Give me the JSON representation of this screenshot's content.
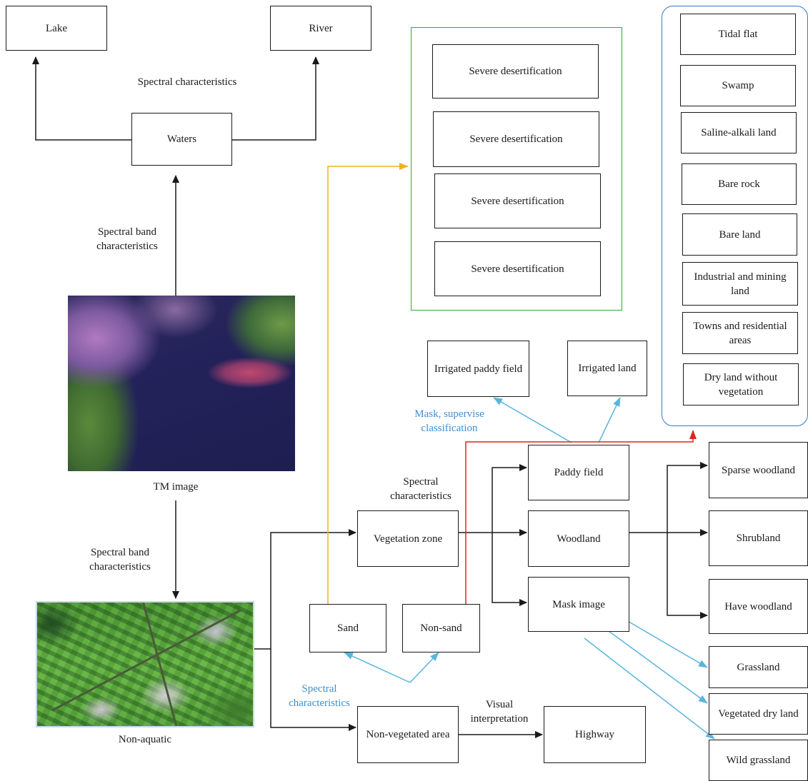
{
  "nodes": {
    "lake": "Lake",
    "river": "River",
    "waters": "Waters",
    "tm_image_caption": "TM image",
    "non_aquatic_caption": "Non-aquatic",
    "vegetation_zone": "Vegetation zone",
    "non_vegetated_area": "Non-vegetated area",
    "sand": "Sand",
    "non_sand": "Non-sand",
    "highway": "Highway",
    "paddy_field": "Paddy field",
    "woodland": "Woodland",
    "mask_image": "Mask image",
    "irrigated_paddy_field": "Irrigated paddy field",
    "irrigated_land": "Irrigated land",
    "sparse_woodland": "Sparse woodland",
    "shrubland": "Shrubland",
    "have_woodland": "Have woodland",
    "grassland": "Grassland",
    "vegetated_dry_land": "Vegetated dry land",
    "wild_grassland": "Wild grassland"
  },
  "green_panel": [
    "Severe desertification",
    "Severe desertification",
    "Severe desertification",
    "Severe desertification"
  ],
  "blue_panel": [
    "Tidal flat",
    "Swamp",
    "Saline-alkali land",
    "Bare rock",
    "Bare land",
    "Industrial and mining land",
    "Towns and residential areas",
    "Dry land without vegetation"
  ],
  "edge_labels": {
    "spectral_characteristics_top": "Spectral characteristics",
    "spectral_band_top": "Spectral band characteristics",
    "spectral_band_bottom": "Spectral band characteristics",
    "spectral_characteristics_veg": "Spectral characteristics",
    "spectral_characteristics_blue": "Spectral characteristics",
    "mask_supervise": "Mask, supervise classification",
    "visual_interpretation": "Visual interpretation"
  },
  "colors": {
    "arrow_black": "#1a1a1a",
    "arrow_blue": "#5bb4dc",
    "arrow_yellow": "#f2b21a",
    "arrow_red": "#e0241b",
    "green_panel_border": "#2faa3a",
    "blue_panel_border": "#3a78c4",
    "blue_text": "#3f8fd2"
  }
}
